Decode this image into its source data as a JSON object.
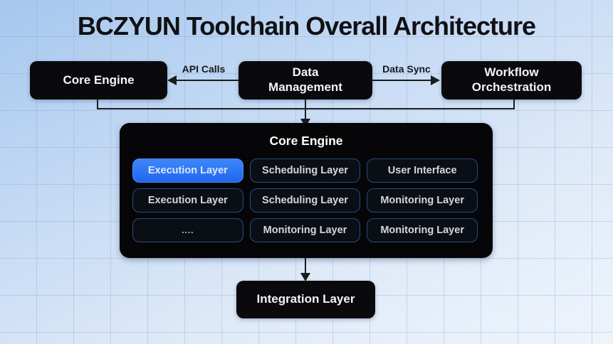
{
  "title": "BCZYUN Toolchain Overall Architecture",
  "colors": {
    "accent_blue": "#2e7bf6",
    "node_black": "#0a0a0c",
    "cell_border_blue": "#2b4c7e",
    "background_top": "#a6c7ee",
    "background_bottom": "#eef4fc",
    "line_color": "#1b1c1f"
  },
  "top_row": {
    "core_engine": {
      "label": "Core Engine"
    },
    "data_management": {
      "line1": "Data",
      "line2": "Management"
    },
    "workflow_orchestration": {
      "line1": "Workflow",
      "line2": "Orchestration"
    }
  },
  "edges": {
    "api_calls": "API Calls",
    "data_sync": "Data Sync"
  },
  "core_engine_container": {
    "title": "Core Engine",
    "cells": [
      {
        "label": "Execution Layer",
        "active": true
      },
      {
        "label": "Scheduling Layer",
        "active": false
      },
      {
        "label": "User Interface",
        "active": false
      },
      {
        "label": "Execution Layer",
        "active": false
      },
      {
        "label": "Scheduling Layer",
        "active": false
      },
      {
        "label": "Monitoring Layer",
        "active": false
      },
      {
        "label": "....",
        "active": false
      },
      {
        "label": "Monitoring Layer",
        "active": false
      },
      {
        "label": "Monitoring Layer",
        "active": false
      }
    ]
  },
  "integration": {
    "label": "Integration Layer"
  }
}
